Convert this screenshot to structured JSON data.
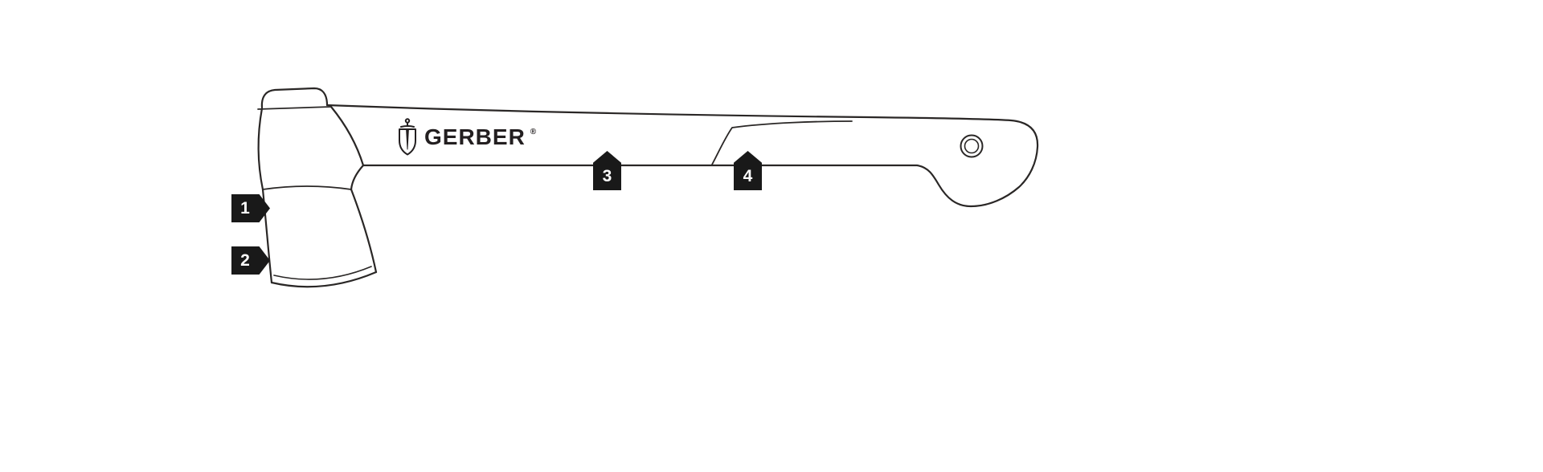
{
  "colors": {
    "background": "#ffffff",
    "line": "#2a2726",
    "callout_background": "#191919",
    "callout_text": "#ffffff"
  },
  "brand": {
    "name": "GERBER",
    "registered": "®",
    "icon": "gerber-shield-sword-icon"
  },
  "illustration": {
    "subject": "axe line drawing"
  },
  "callouts": [
    {
      "number": "1",
      "direction": "right"
    },
    {
      "number": "2",
      "direction": "right"
    },
    {
      "number": "3",
      "direction": "up"
    },
    {
      "number": "4",
      "direction": "up"
    }
  ]
}
